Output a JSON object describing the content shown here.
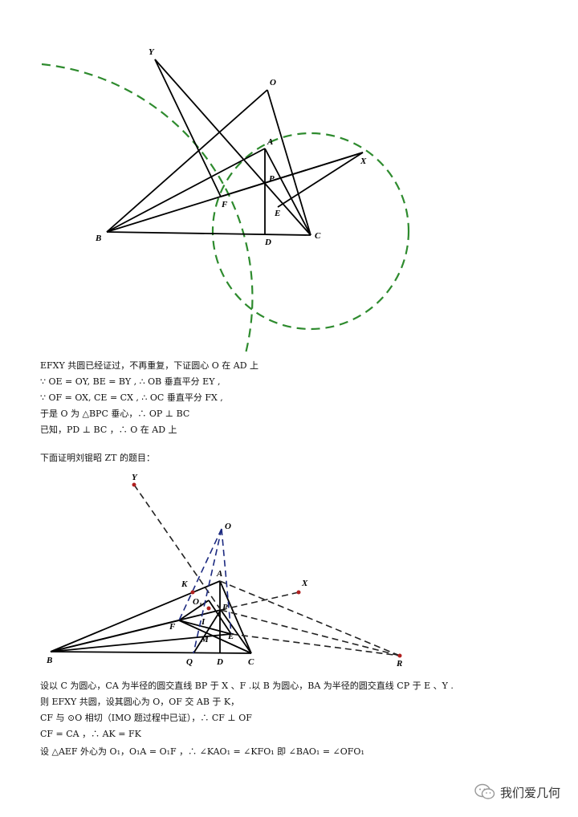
{
  "figure1": {
    "labels": {
      "Y": "Y",
      "O": "O",
      "A": "A",
      "X": "X",
      "P": "P",
      "F": "F",
      "E": "E",
      "B": "B",
      "D": "D",
      "C": "C"
    }
  },
  "text1": [
    "EFXY 共圆已经证过，不再重复，下证圆心 O 在 AD 上",
    "∵ OE = OY, BE = BY , ∴ OB 垂直平分 EY ,",
    "∵ OF = OX, CE = CX , ∴ OC 垂直平分 FX ,",
    "于是 O 为 △BPC 垂心，∴ OP ⊥ BC",
    "已知，PD ⊥ BC ，∴ O 在 AD 上"
  ],
  "text2": "下面证明刘锟昭 ZT 的题目：",
  "figure2": {
    "labels": {
      "Y": "Y",
      "O": "O",
      "K": "K",
      "A": "A",
      "X": "X",
      "O1": "O",
      "O1sub": "1",
      "P": "P",
      "I": "I",
      "F": "F",
      "M": "M",
      "E": "E",
      "B": "B",
      "Q": "Q",
      "D": "D",
      "C": "C",
      "R": "R"
    }
  },
  "text3": [
    "设以 C 为圆心，CA 为半径的圆交直线 BP 于 X 、F .以 B 为圆心，BA 为半径的圆交直线 CP 于 E 、Y .",
    "则 EFXY 共圆，设其圆心为 O，OF 交 AB 于 K，",
    "CF 与 ⊙O 相切（IMO 题过程中已证），∴ CF ⊥ OF",
    "CF = CA ，∴ AK = FK"
  ],
  "text4": "设 △AEF 外心为 O₁，O₁A = O₁F ，∴ ∠KAO₁ = ∠KFO₁ 即 ∠BAO₁ = ∠OFO₁",
  "watermark": "我们爱几何",
  "colors": {
    "circle": "#2e8b2e",
    "dashBlue": "#1c2a80",
    "dot": "#b02020"
  }
}
